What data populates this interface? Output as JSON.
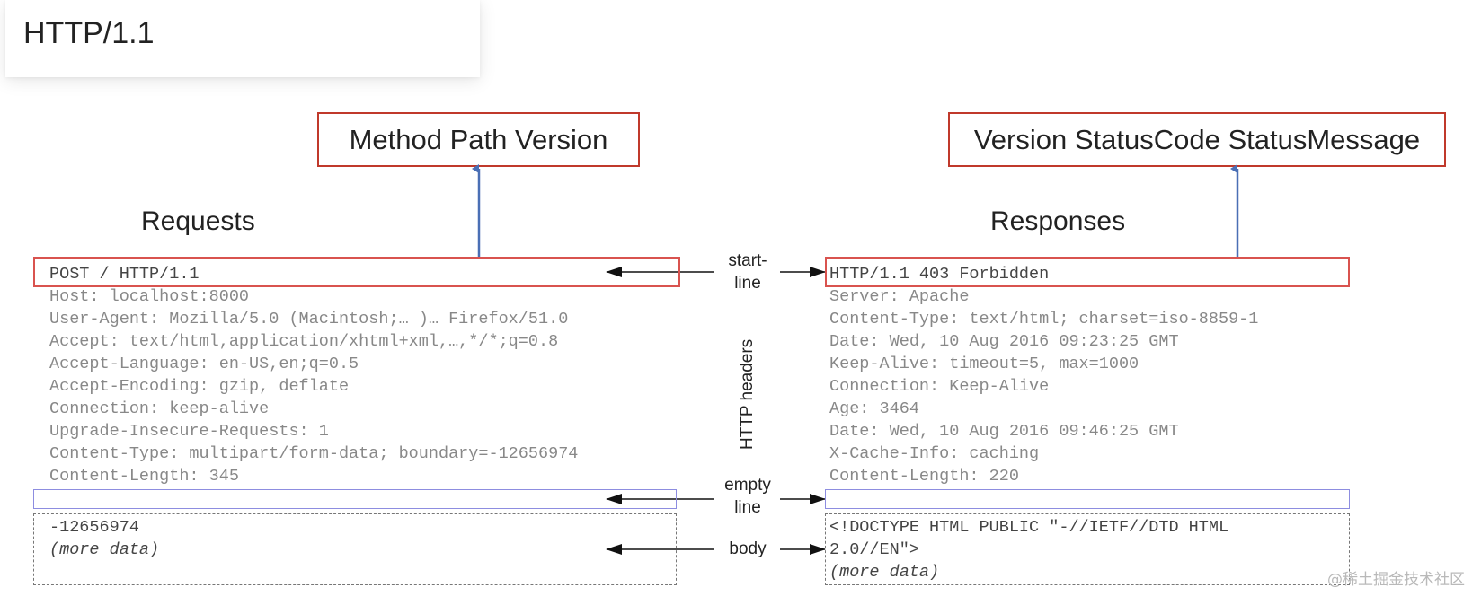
{
  "title": "HTTP/1.1",
  "request": {
    "heading": "Requests",
    "start_line_format": "Method Path Version",
    "start_line": "POST / HTTP/1.1",
    "headers": [
      "Host: localhost:8000",
      "User-Agent: Mozilla/5.0 (Macintosh;… )… Firefox/51.0",
      "Accept: text/html,application/xhtml+xml,…,*/*;q=0.8",
      "Accept-Language: en-US,en;q=0.5",
      "Accept-Encoding: gzip, deflate",
      "Connection: keep-alive",
      "Upgrade-Insecure-Requests: 1",
      "Content-Type: multipart/form-data; boundary=-12656974",
      "Content-Length: 345"
    ],
    "body": [
      "-12656974",
      "(more data)"
    ]
  },
  "response": {
    "heading": "Responses",
    "start_line_format": "Version StatusCode StatusMessage",
    "start_line": "HTTP/1.1 403 Forbidden",
    "headers": [
      "Server: Apache",
      "Content-Type: text/html; charset=iso-8859-1",
      "Date: Wed, 10 Aug 2016 09:23:25 GMT",
      "Keep-Alive: timeout=5, max=1000",
      "Connection: Keep-Alive",
      "Age: 3464",
      "Date: Wed, 10 Aug 2016 09:46:25 GMT",
      "X-Cache-Info: caching",
      "Content-Length: 220"
    ],
    "body": [
      "<!DOCTYPE HTML PUBLIC \"-//IETF//DTD HTML",
      "2.0//EN\">",
      "(more data)"
    ]
  },
  "middle_labels": {
    "start_line": [
      "start-",
      "line"
    ],
    "http_headers": "HTTP headers",
    "empty_line": [
      "empty",
      "line"
    ],
    "body": "body"
  },
  "watermark": "@稀土掘金技术社区",
  "colors": {
    "start_line_border": "#d9534f",
    "empty_line_border": "#8d8de0",
    "arrow_blue": "#4a6fb5"
  }
}
